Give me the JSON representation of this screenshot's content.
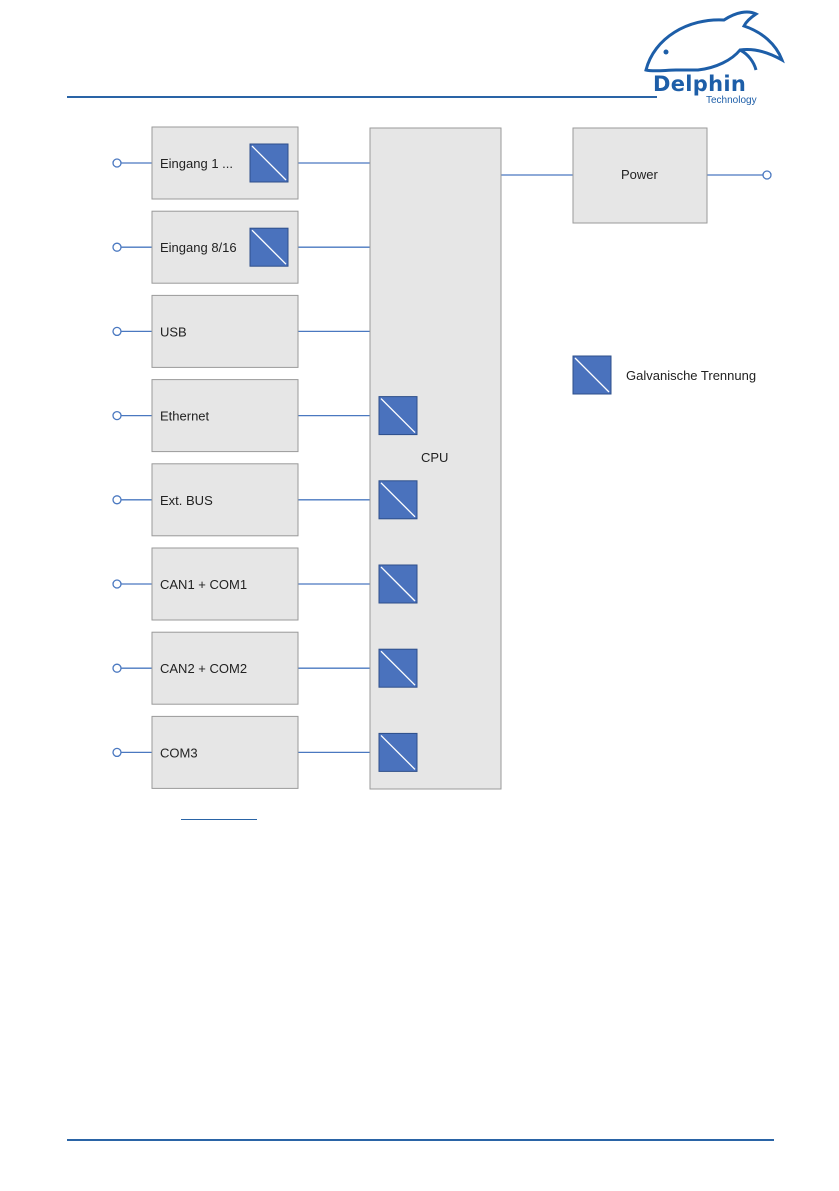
{
  "logo": {
    "word": "Delphin",
    "subtitle": "Technology"
  },
  "diagram": {
    "inputs": [
      {
        "label": "Eingang 1 ...",
        "isolated_in_block": true
      },
      {
        "label": "Eingang 8/16",
        "isolated_in_block": true
      },
      {
        "label": "USB",
        "isolated_in_block": false
      },
      {
        "label": "Ethernet",
        "isolated_at_cpu": true
      },
      {
        "label": "Ext. BUS",
        "isolated_at_cpu": true
      },
      {
        "label": "CAN1 + COM1",
        "isolated_at_cpu": true
      },
      {
        "label": "CAN2 + COM2",
        "isolated_at_cpu": true
      },
      {
        "label": "COM3",
        "isolated_at_cpu": true
      }
    ],
    "cpu_label": "CPU",
    "power_label": "Power",
    "legend_label": "Galvanische Trennung"
  },
  "colors": {
    "block_fill": "#e6e6e6",
    "block_stroke": "#9a9a9a",
    "line": "#4a78c0",
    "isolator": "#4a72bd",
    "rule": "#2a64a6"
  }
}
